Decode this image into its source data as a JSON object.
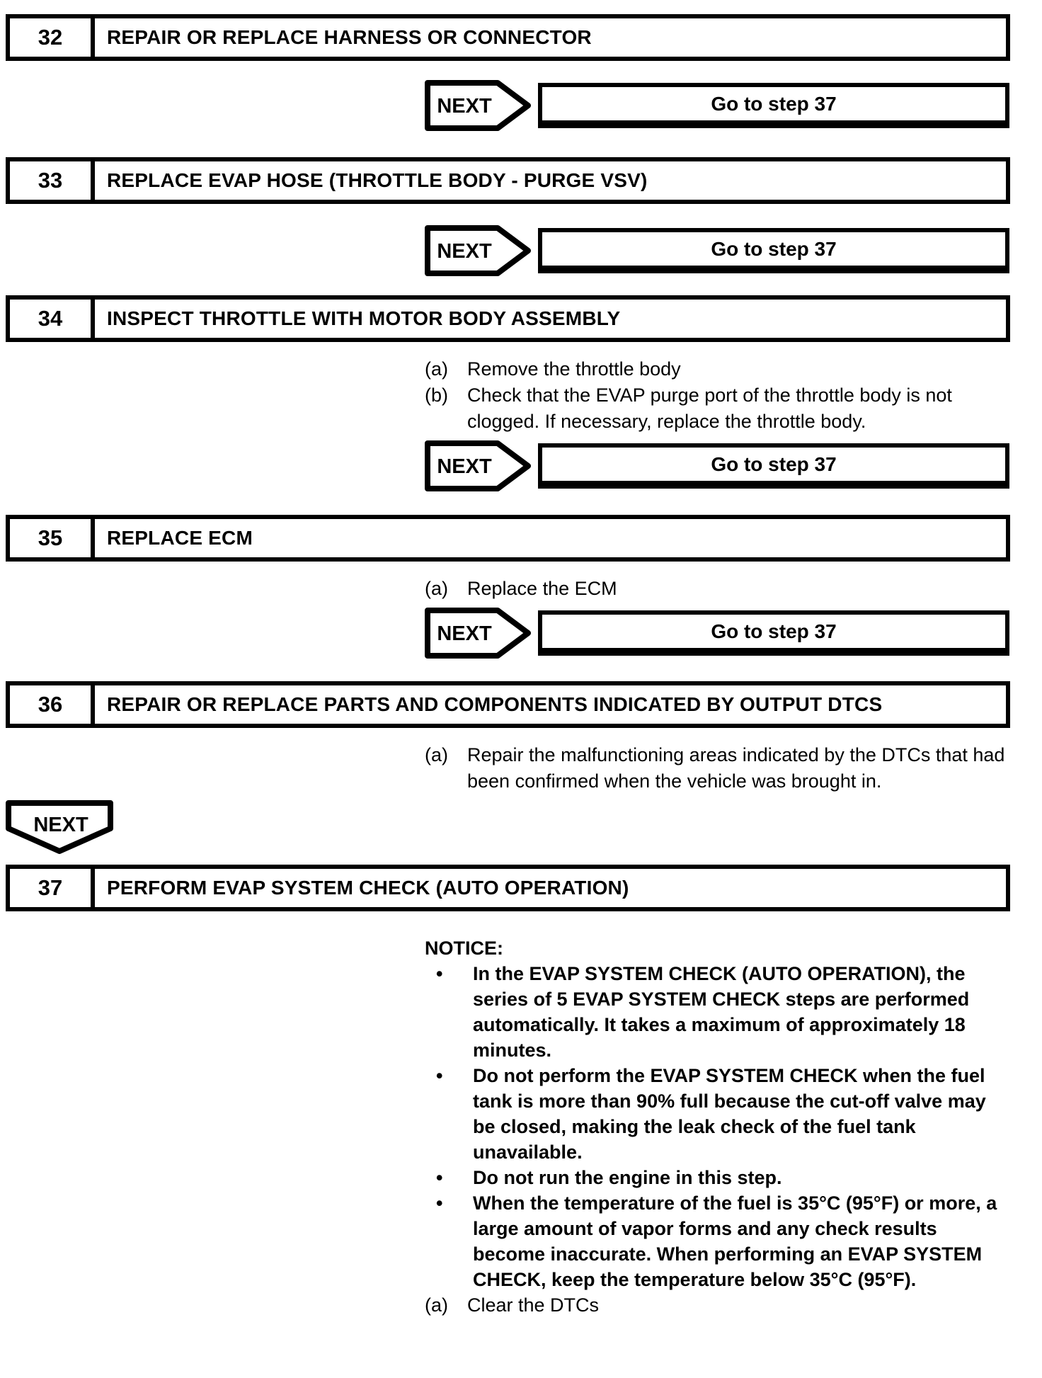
{
  "labels": {
    "next": "NEXT",
    "bullet_char": "•"
  },
  "steps": [
    {
      "number": "32",
      "title": "REPAIR OR REPLACE HARNESS OR CONNECTOR",
      "goto": "Go to step 37"
    },
    {
      "number": "33",
      "title": "REPLACE EVAP HOSE (THROTTLE BODY - PURGE VSV)",
      "goto": "Go to step 37"
    },
    {
      "number": "34",
      "title": "INSPECT THROTTLE WITH MOTOR BODY ASSEMBLY",
      "substeps": [
        {
          "marker": "(a)",
          "text": "Remove the throttle body"
        },
        {
          "marker": "(b)",
          "text": "Check that the EVAP purge port of the throttle body is not clogged. If necessary, replace the throttle body."
        }
      ],
      "goto": "Go to step 37"
    },
    {
      "number": "35",
      "title": "REPLACE ECM",
      "substeps": [
        {
          "marker": "(a)",
          "text": "Replace the ECM"
        }
      ],
      "goto": "Go to step 37"
    },
    {
      "number": "36",
      "title": "REPAIR OR REPLACE PARTS AND COMPONENTS INDICATED BY OUTPUT DTCS",
      "substeps": [
        {
          "marker": "(a)",
          "text": "Repair the malfunctioning areas indicated by the DTCs that had been confirmed when the vehicle was brought in."
        }
      ]
    },
    {
      "number": "37",
      "title": "PERFORM EVAP SYSTEM CHECK (AUTO OPERATION)",
      "notice_label": "NOTICE:",
      "notice_bullets": [
        "In the EVAP SYSTEM CHECK (AUTO OPERATION), the series of 5 EVAP SYSTEM CHECK steps are performed automatically. It takes a maximum of approximately 18 minutes.",
        "Do not perform the EVAP SYSTEM CHECK when the fuel tank is more than 90% full because the cut-off valve may be closed, making the leak check of the fuel tank unavailable.",
        "Do not run the engine in this step.",
        "When the temperature of the fuel is 35°C (95°F) or more, a large amount of vapor forms and any check results become inaccurate. When performing an EVAP SYSTEM CHECK, keep the temperature below 35°C (95°F)."
      ],
      "substeps": [
        {
          "marker": "(a)",
          "text": "Clear the DTCs"
        }
      ]
    }
  ]
}
